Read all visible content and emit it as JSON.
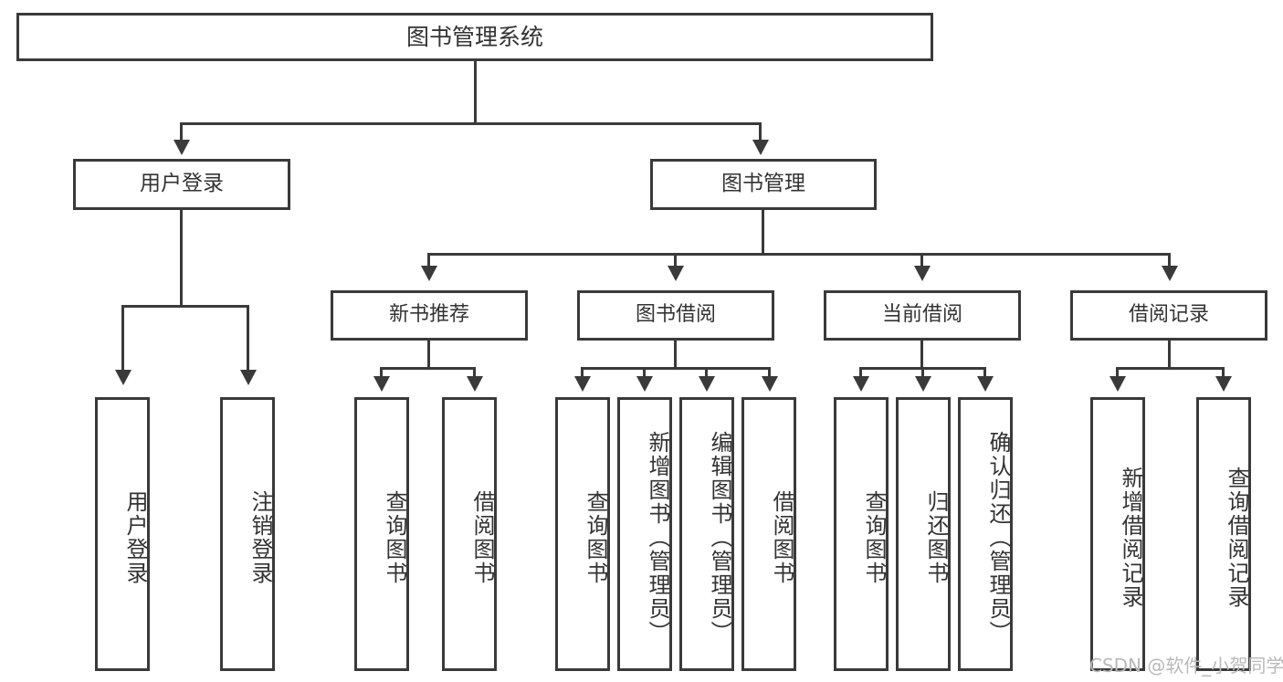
{
  "diagram": {
    "title": "图书管理系统",
    "type": "hierarchy-tree",
    "root": {
      "label": "图书管理系统"
    },
    "level2": [
      {
        "label": "用户登录"
      },
      {
        "label": "图书管理"
      }
    ],
    "level3": [
      {
        "label": "新书推荐"
      },
      {
        "label": "图书借阅"
      },
      {
        "label": "当前借阅"
      },
      {
        "label": "借阅记录"
      }
    ],
    "leaves": {
      "user_login": [
        {
          "label": "用户登录"
        },
        {
          "label": "注销登录"
        }
      ],
      "new_book": [
        {
          "label": "查询图书"
        },
        {
          "label": "借阅图书"
        }
      ],
      "book_borrow": [
        {
          "label": "查询图书"
        },
        {
          "label": "新增图书（管理员）"
        },
        {
          "label": "编辑图书（管理员）"
        },
        {
          "label": "借阅图书"
        }
      ],
      "current_borrow": [
        {
          "label": "查询图书"
        },
        {
          "label": "归还图书"
        },
        {
          "label": "确认归还（管理员）"
        }
      ],
      "borrow_record": [
        {
          "label": "新增借阅记录"
        },
        {
          "label": "查询借阅记录"
        }
      ]
    }
  },
  "watermark": {
    "text": "CSDN @软件_小贺同学"
  },
  "colors": {
    "stroke": "#3a3a3a",
    "text": "#333333",
    "background": "#ffffff",
    "watermark": "#b9b9b9"
  }
}
